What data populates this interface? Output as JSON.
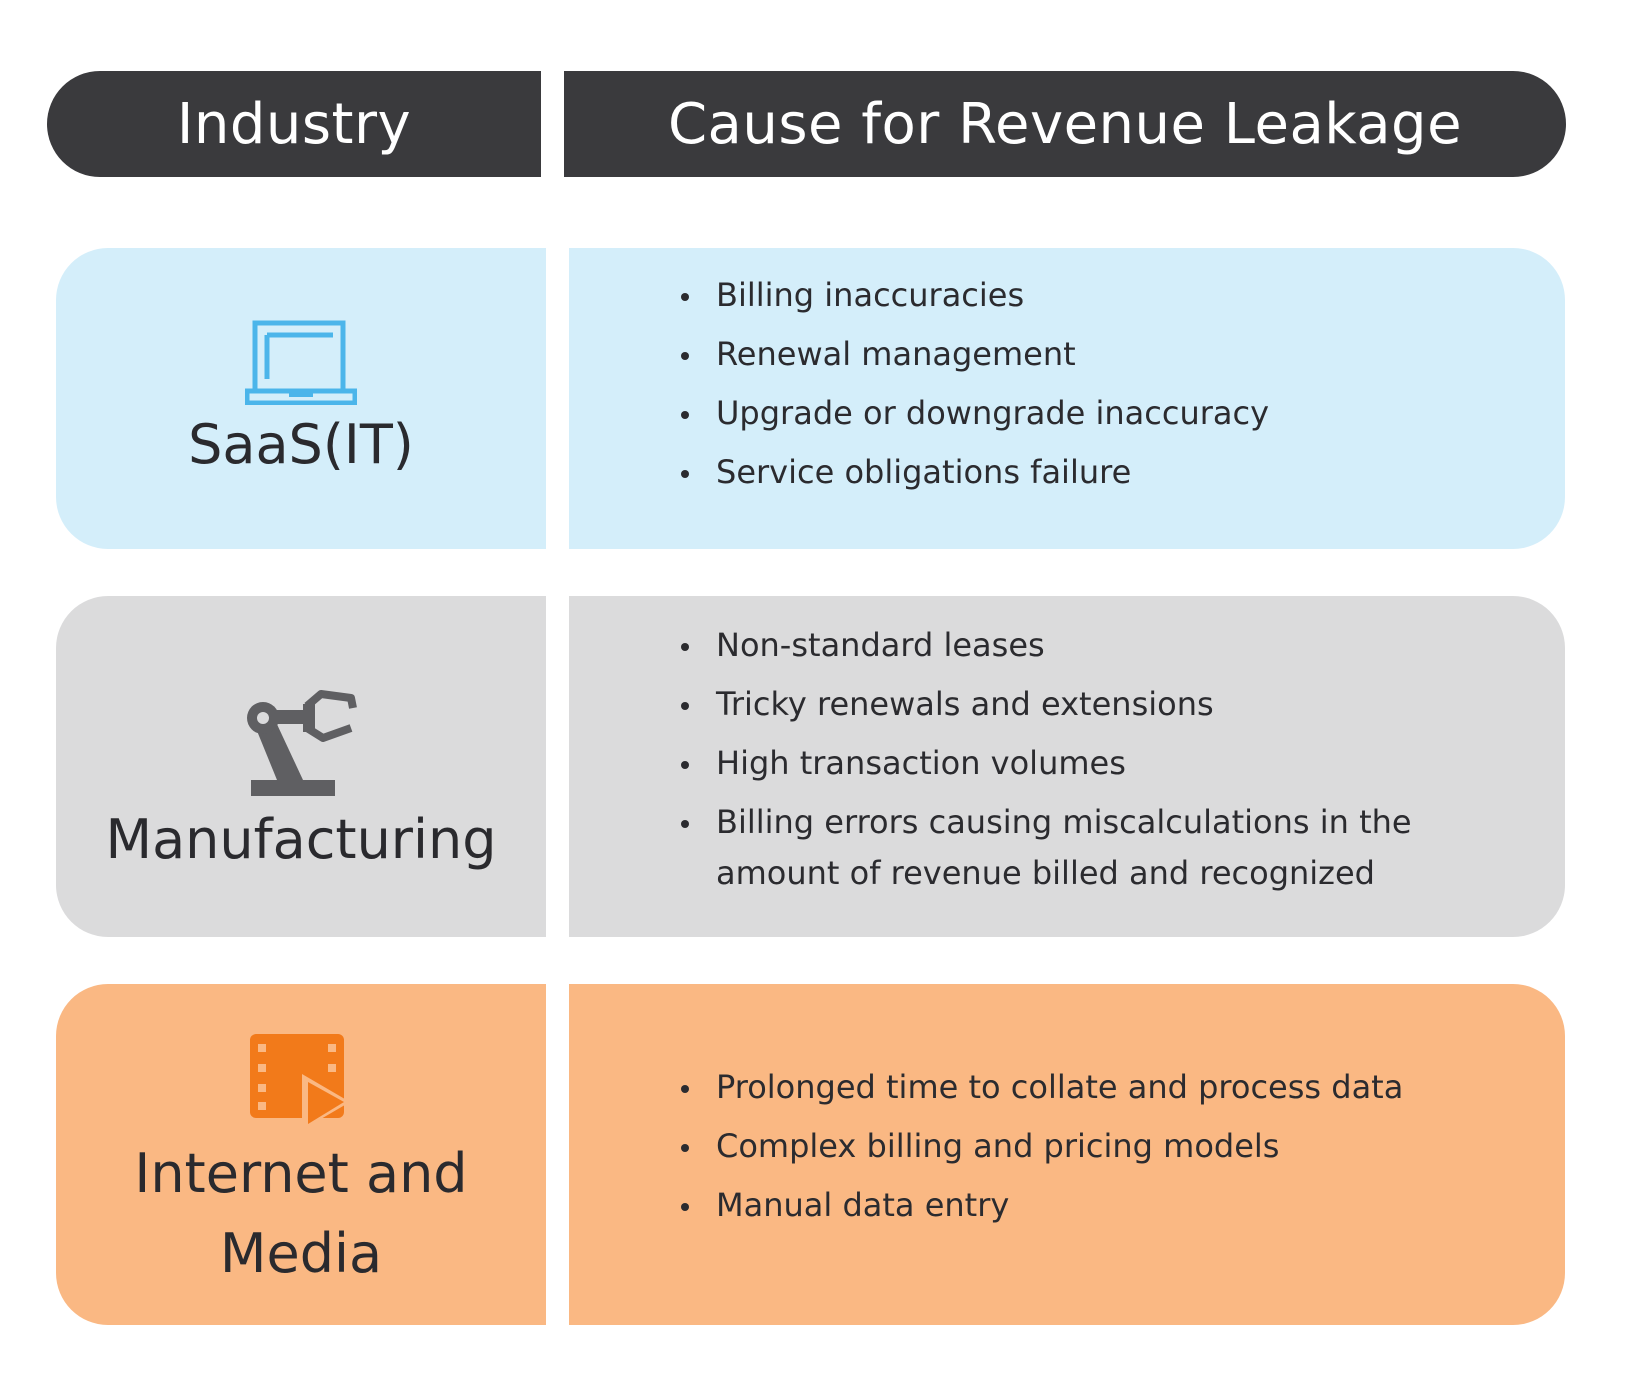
{
  "header": {
    "industry_label": "Industry",
    "cause_label": "Cause for Revenue Leakage"
  },
  "rows": [
    {
      "industry": "SaaS(IT)",
      "icon": "laptop-icon",
      "color": "#d4eefa",
      "causes": [
        "Billing inaccuracies",
        "Renewal management",
        "Upgrade or downgrade inaccuracy",
        "Service obligations failure"
      ]
    },
    {
      "industry": "Manufacturing",
      "icon": "robot-arm-icon",
      "color": "#dbdbdc",
      "causes": [
        "Non-standard leases",
        "Tricky renewals and extensions",
        "High transaction volumes",
        "Billing errors causing miscalculations in the amount of revenue billed and recognized"
      ]
    },
    {
      "industry_line1": "Internet and",
      "industry_line2": "Media",
      "icon": "video-play-icon",
      "color": "#fab883",
      "causes": [
        "Prolonged time to collate and process data",
        "Complex billing and pricing models",
        "Manual data entry"
      ]
    }
  ],
  "colors": {
    "header_bg": "#3a3a3d",
    "laptop_icon": "#4bb5ea",
    "robot_icon": "#5f5f62",
    "media_icon": "#f27a1a"
  }
}
